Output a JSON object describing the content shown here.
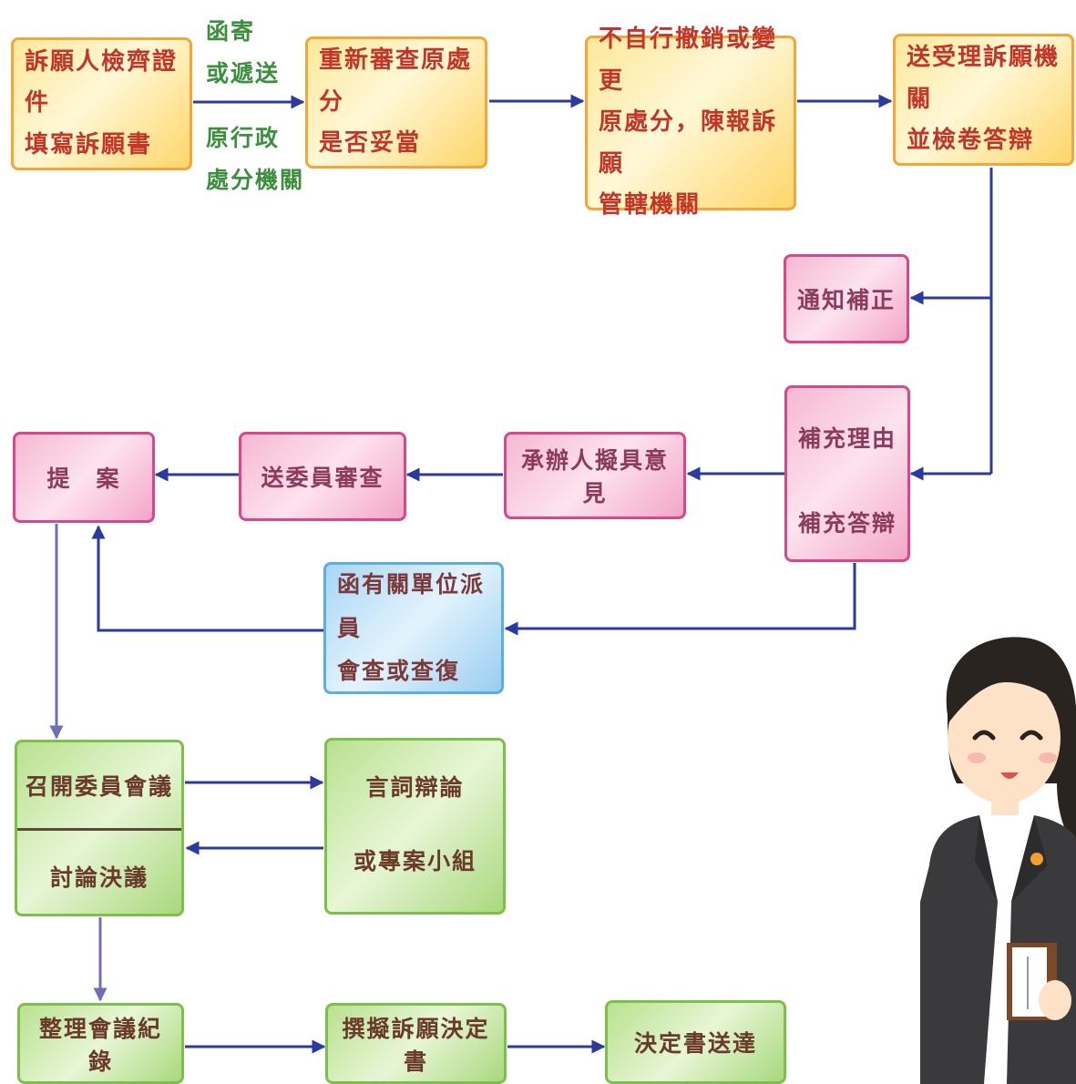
{
  "diagram": {
    "step_petitioner": [
      "訴願人檢齊證件",
      "填寫訴願書"
    ],
    "edge_label_mail": [
      "函寄",
      "或遞送"
    ],
    "edge_label_agency": [
      "原行政",
      "處分機關"
    ],
    "step_review_original": [
      "重新審查原處分",
      "是否妥當"
    ],
    "step_not_revoke": [
      "不自行撤銷或變更",
      "原處分，陳報訴願",
      "管轄機關"
    ],
    "step_send_authority": [
      "送受理訴願機關",
      "並檢卷答辯"
    ],
    "step_notify_correction": "通知補正",
    "step_supplement_reason": "補充理由",
    "step_supplement_defense": "補充答辯",
    "step_handler_opinion": "承辦人擬具意見",
    "step_committee_review": "送委員審查",
    "step_propose": "提　案",
    "step_site_inspection": [
      "函有關單位派員",
      "會查或查復"
    ],
    "step_convene_meeting": "召開委員會議",
    "step_discuss_resolve": "討論決議",
    "step_oral_argument": "言詞辯論",
    "step_task_group": "或專案小組",
    "step_meeting_minutes": "整理會議紀錄",
    "step_draft_decision": "撰擬訴願決定書",
    "step_deliver_decision": "決定書送達"
  },
  "colors": {
    "arrow": "#2b3a9e",
    "yellow_border": "#f4a63a",
    "pink_border": "#d9468c",
    "blue_border": "#5aaee0",
    "green_border": "#7cc04a"
  },
  "illustration": "woman-in-suit-icon"
}
